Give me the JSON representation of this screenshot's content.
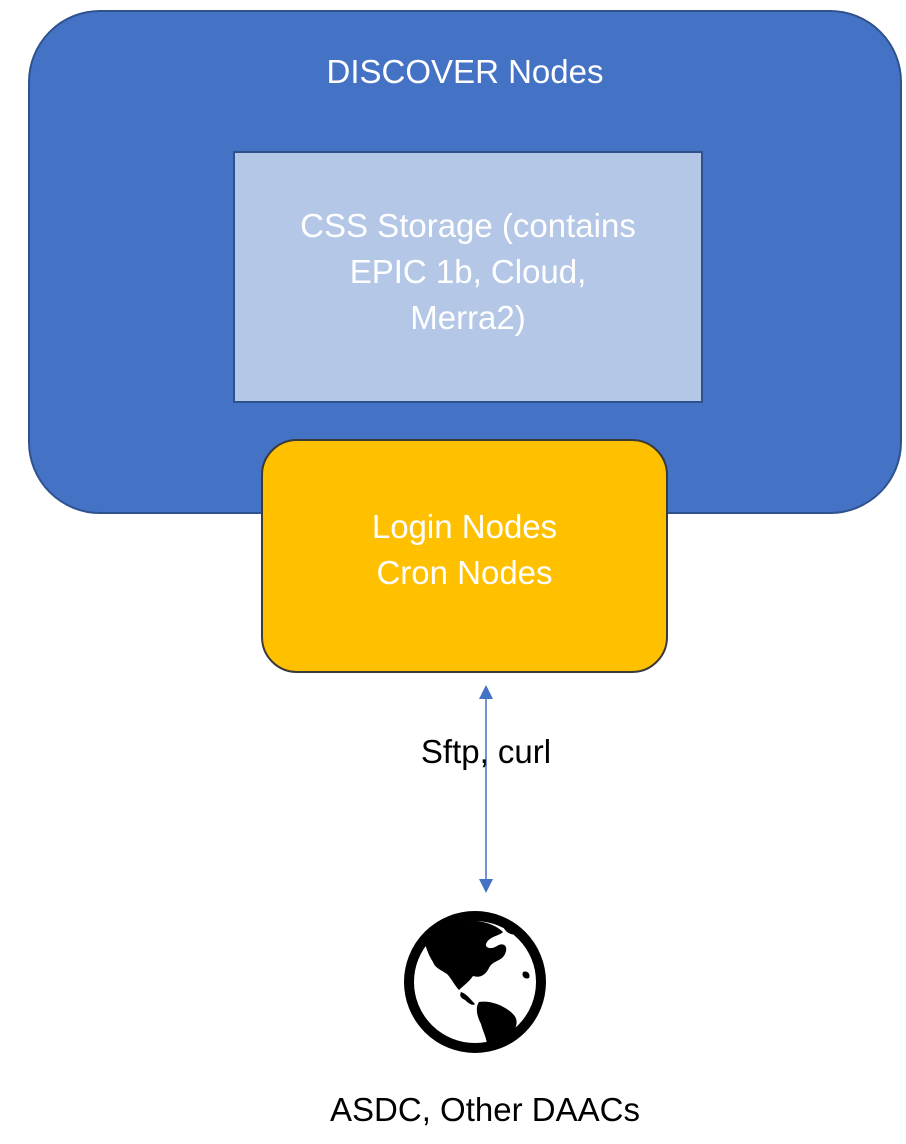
{
  "discover": {
    "title": "DISCOVER Nodes",
    "fill": "#4472c4"
  },
  "storage": {
    "label": "CSS Storage (contains\nEPIC 1b, Cloud,\nMerra2)",
    "fill": "#b4c7e7"
  },
  "access_nodes": {
    "label": "Login Nodes\nCron Nodes",
    "fill": "#ffc000"
  },
  "connection": {
    "label": "Sftp, curl",
    "arrow_color": "#4472c4"
  },
  "destination": {
    "icon": "globe-icon",
    "label": "ASDC, Other DAACs"
  }
}
